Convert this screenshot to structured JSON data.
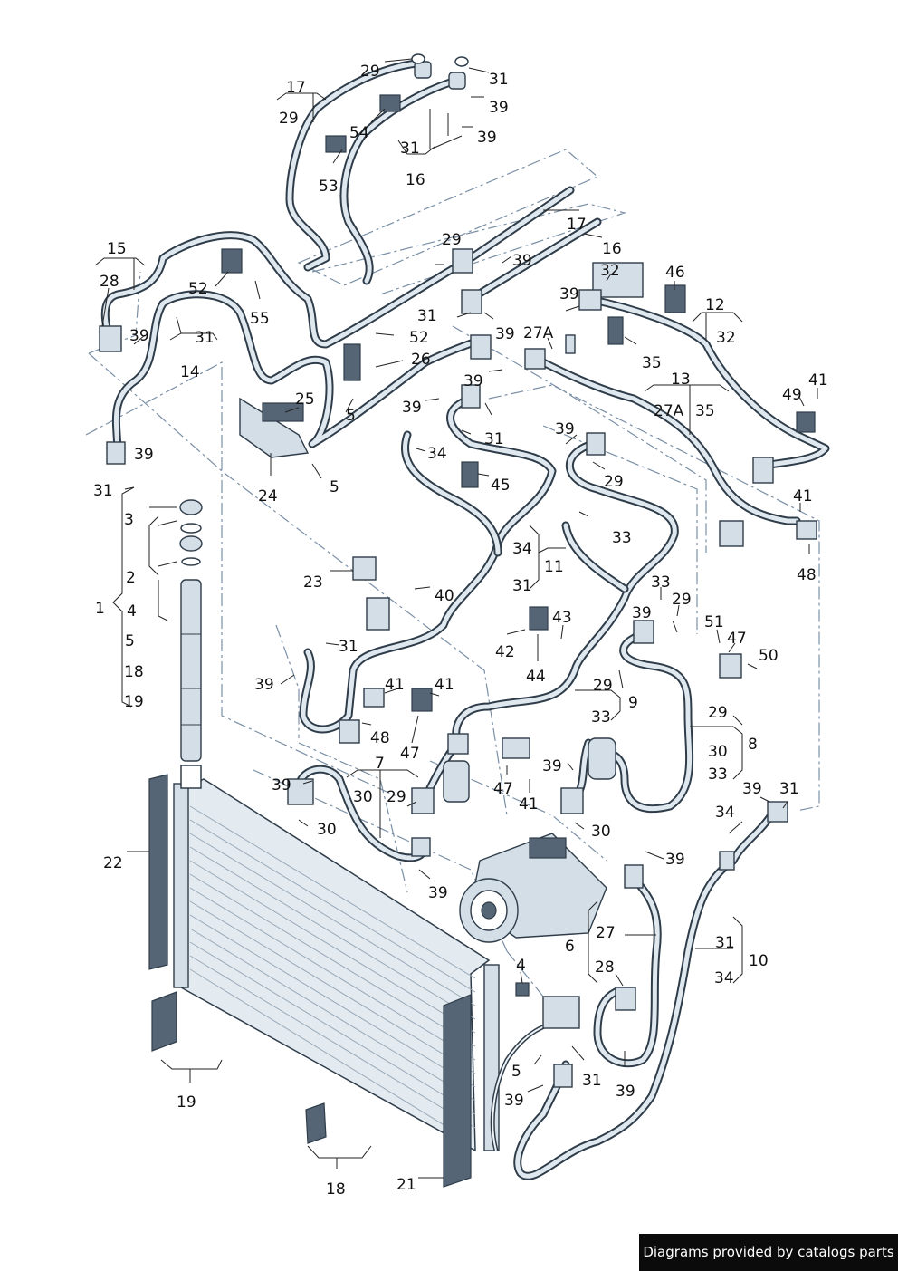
{
  "credit": "Diagrams provided by catalogs parts",
  "callouts": [
    {
      "id": "c-17-a",
      "text": "17"
    },
    {
      "id": "c-29-a",
      "text": "29"
    },
    {
      "id": "c-29-b",
      "text": "29"
    },
    {
      "id": "c-31-a",
      "text": "31"
    },
    {
      "id": "c-39-a",
      "text": "39"
    },
    {
      "id": "c-39-b",
      "text": "39"
    },
    {
      "id": "c-54",
      "text": "54"
    },
    {
      "id": "c-31-b",
      "text": "31"
    },
    {
      "id": "c-53",
      "text": "53"
    },
    {
      "id": "c-16-a",
      "text": "16"
    },
    {
      "id": "c-17-b",
      "text": "17"
    },
    {
      "id": "c-16-b",
      "text": "16"
    },
    {
      "id": "c-29-c",
      "text": "29"
    },
    {
      "id": "c-39-c",
      "text": "39"
    },
    {
      "id": "c-15",
      "text": "15"
    },
    {
      "id": "c-28-a",
      "text": "28"
    },
    {
      "id": "c-52-a",
      "text": "52"
    },
    {
      "id": "c-55",
      "text": "55"
    },
    {
      "id": "c-32-a",
      "text": "32"
    },
    {
      "id": "c-46",
      "text": "46"
    },
    {
      "id": "c-39-d",
      "text": "39"
    },
    {
      "id": "c-12",
      "text": "12"
    },
    {
      "id": "c-32-b",
      "text": "32"
    },
    {
      "id": "c-39-e",
      "text": "39"
    },
    {
      "id": "c-31-c",
      "text": "31"
    },
    {
      "id": "c-31-d",
      "text": "31"
    },
    {
      "id": "c-39-f",
      "text": "39"
    },
    {
      "id": "c-52-b",
      "text": "52"
    },
    {
      "id": "c-27A-a",
      "text": "27A"
    },
    {
      "id": "c-35-a",
      "text": "35"
    },
    {
      "id": "c-14",
      "text": "14"
    },
    {
      "id": "c-26",
      "text": "26"
    },
    {
      "id": "c-13",
      "text": "13"
    },
    {
      "id": "c-41-a",
      "text": "41"
    },
    {
      "id": "c-49",
      "text": "49"
    },
    {
      "id": "c-39-g",
      "text": "39"
    },
    {
      "id": "c-25",
      "text": "25"
    },
    {
      "id": "c-39-h",
      "text": "39"
    },
    {
      "id": "c-27A-b",
      "text": "27A"
    },
    {
      "id": "c-35-b",
      "text": "35"
    },
    {
      "id": "c-5-a",
      "text": "5"
    },
    {
      "id": "c-31-e",
      "text": "31"
    },
    {
      "id": "c-39-i",
      "text": "39"
    },
    {
      "id": "c-34-a",
      "text": "34"
    },
    {
      "id": "c-39-j",
      "text": "39"
    },
    {
      "id": "c-31-f",
      "text": "31"
    },
    {
      "id": "c-45",
      "text": "45"
    },
    {
      "id": "c-29-d",
      "text": "29"
    },
    {
      "id": "c-24",
      "text": "24"
    },
    {
      "id": "c-5-b",
      "text": "5"
    },
    {
      "id": "c-41-b",
      "text": "41"
    },
    {
      "id": "c-3",
      "text": "3"
    },
    {
      "id": "c-33-a",
      "text": "33"
    },
    {
      "id": "c-48-a",
      "text": "48"
    },
    {
      "id": "c-2",
      "text": "2"
    },
    {
      "id": "c-34-b",
      "text": "34"
    },
    {
      "id": "c-11",
      "text": "11"
    },
    {
      "id": "c-31-g",
      "text": "31"
    },
    {
      "id": "c-23",
      "text": "23"
    },
    {
      "id": "c-33-b",
      "text": "33"
    },
    {
      "id": "c-40",
      "text": "40"
    },
    {
      "id": "c-1",
      "text": "1"
    },
    {
      "id": "c-4-a",
      "text": "4"
    },
    {
      "id": "c-29-e",
      "text": "29"
    },
    {
      "id": "c-39-k",
      "text": "39"
    },
    {
      "id": "c-51",
      "text": "51"
    },
    {
      "id": "c-43",
      "text": "43"
    },
    {
      "id": "c-47-a",
      "text": "47"
    },
    {
      "id": "c-5-c",
      "text": "5"
    },
    {
      "id": "c-31-h",
      "text": "31"
    },
    {
      "id": "c-42",
      "text": "42"
    },
    {
      "id": "c-50",
      "text": "50"
    },
    {
      "id": "c-18-a",
      "text": "18"
    },
    {
      "id": "c-44",
      "text": "44"
    },
    {
      "id": "c-39-l",
      "text": "39"
    },
    {
      "id": "c-41-c",
      "text": "41"
    },
    {
      "id": "c-41-d",
      "text": "41"
    },
    {
      "id": "c-29-f",
      "text": "29"
    },
    {
      "id": "c-19-a",
      "text": "19"
    },
    {
      "id": "c-9",
      "text": "9"
    },
    {
      "id": "c-33-c",
      "text": "33"
    },
    {
      "id": "c-29-g",
      "text": "29"
    },
    {
      "id": "c-48-b",
      "text": "48"
    },
    {
      "id": "c-47-b",
      "text": "47"
    },
    {
      "id": "c-8",
      "text": "8"
    },
    {
      "id": "c-30-a",
      "text": "30"
    },
    {
      "id": "c-7",
      "text": "7"
    },
    {
      "id": "c-33-d",
      "text": "33"
    },
    {
      "id": "c-39-m",
      "text": "39"
    },
    {
      "id": "c-30-b",
      "text": "30"
    },
    {
      "id": "c-29-h",
      "text": "29"
    },
    {
      "id": "c-47-c",
      "text": "47"
    },
    {
      "id": "c-39-n",
      "text": "39"
    },
    {
      "id": "c-39-o",
      "text": "39"
    },
    {
      "id": "c-31-i",
      "text": "31"
    },
    {
      "id": "c-41-e",
      "text": "41"
    },
    {
      "id": "c-34-c",
      "text": "34"
    },
    {
      "id": "c-30-c",
      "text": "30"
    },
    {
      "id": "c-30-d",
      "text": "30"
    },
    {
      "id": "c-22",
      "text": "22"
    },
    {
      "id": "c-39-p",
      "text": "39"
    },
    {
      "id": "c-39-q",
      "text": "39"
    },
    {
      "id": "c-27",
      "text": "27"
    },
    {
      "id": "c-6",
      "text": "6"
    },
    {
      "id": "c-31-j",
      "text": "31"
    },
    {
      "id": "c-10",
      "text": "10"
    },
    {
      "id": "c-4-b",
      "text": "4"
    },
    {
      "id": "c-28-b",
      "text": "28"
    },
    {
      "id": "c-34-d",
      "text": "34"
    },
    {
      "id": "c-5-d",
      "text": "5"
    },
    {
      "id": "c-31-k",
      "text": "31"
    },
    {
      "id": "c-39-r",
      "text": "39"
    },
    {
      "id": "c-19-b",
      "text": "19"
    },
    {
      "id": "c-39-s",
      "text": "39"
    },
    {
      "id": "c-18-b",
      "text": "18"
    },
    {
      "id": "c-21",
      "text": "21"
    }
  ]
}
